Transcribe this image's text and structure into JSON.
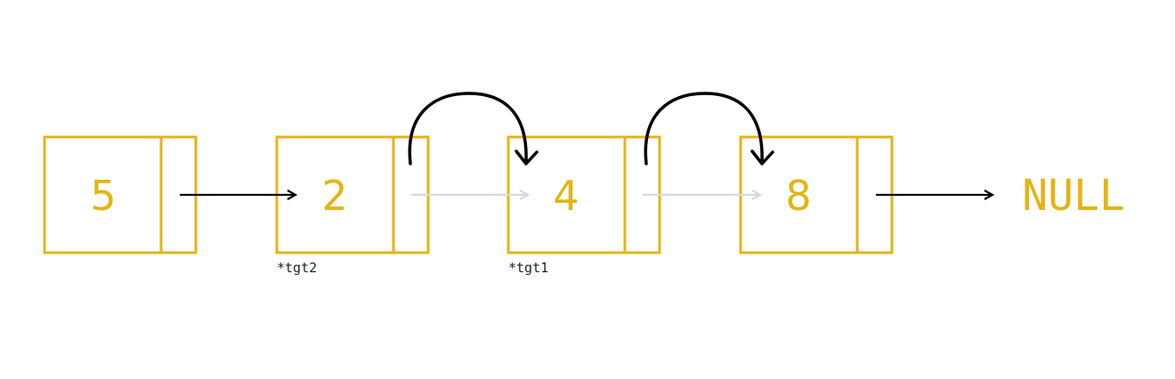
{
  "nodes": [
    {
      "value": "5",
      "pointer_label": ""
    },
    {
      "value": "2",
      "pointer_label": "*tgt2"
    },
    {
      "value": "4",
      "pointer_label": "*tgt1"
    },
    {
      "value": "8",
      "pointer_label": ""
    }
  ],
  "terminal": "NULL",
  "links": [
    {
      "from": 0,
      "to": 1,
      "state": "active"
    },
    {
      "from": 1,
      "to": 2,
      "state": "faded"
    },
    {
      "from": 2,
      "to": 3,
      "state": "faded"
    },
    {
      "from": 3,
      "to": "terminal",
      "state": "active"
    }
  ],
  "rewire_arcs": [
    {
      "from": 1,
      "to": 2
    },
    {
      "from": 2,
      "to": 3
    }
  ],
  "colors": {
    "node": "#e3b514",
    "active_link": "#000000",
    "faded_link": "#d9d9d9"
  }
}
